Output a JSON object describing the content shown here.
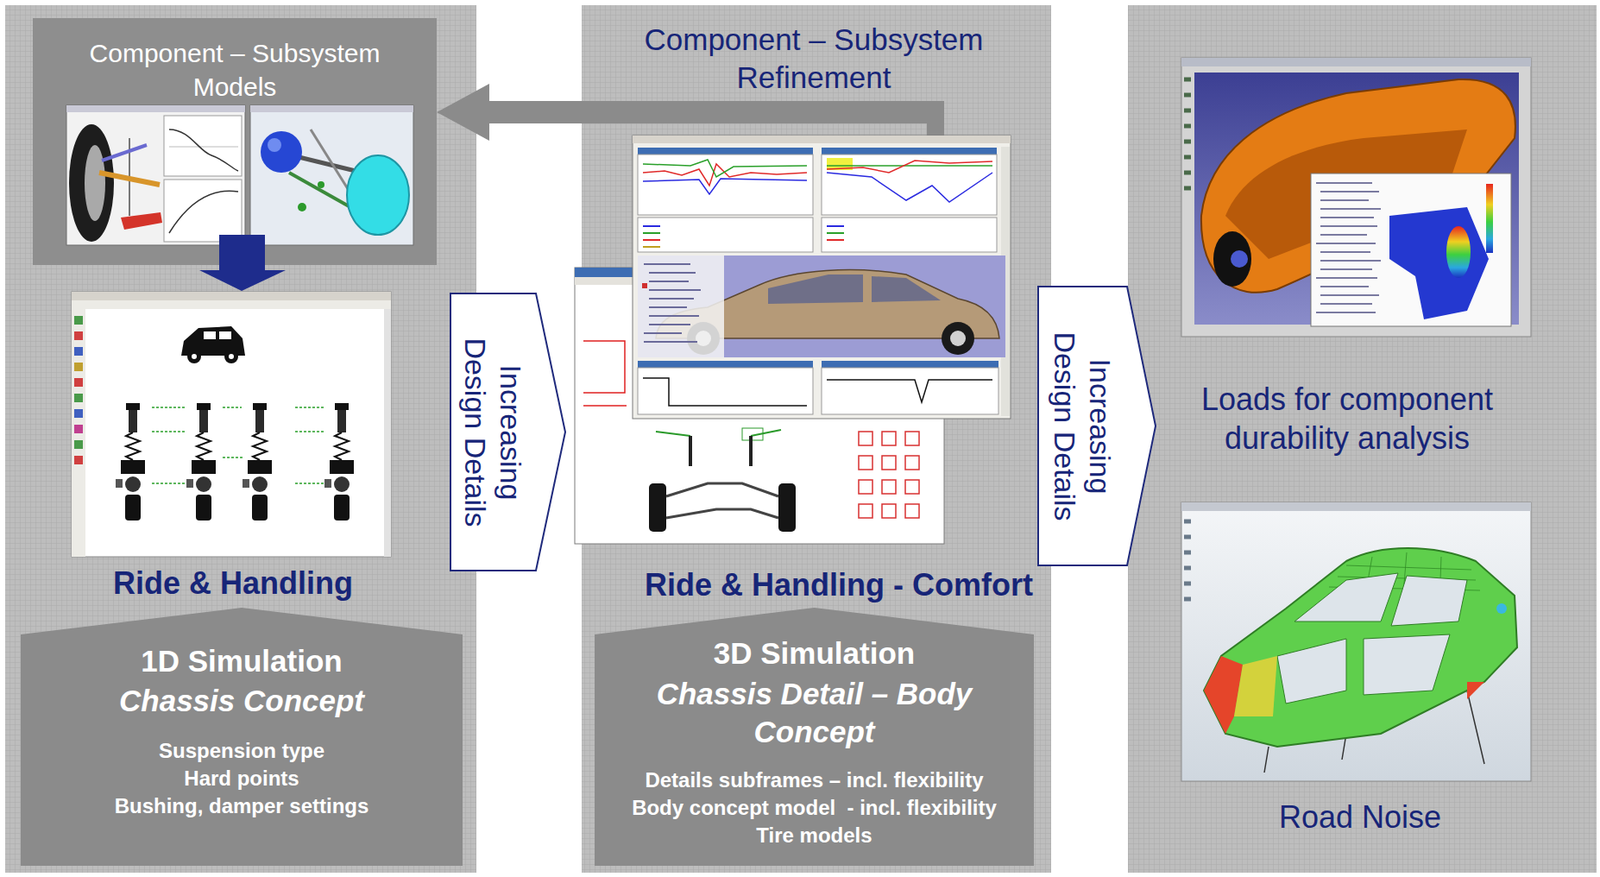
{
  "diagram": {
    "nodes": [
      {
        "text": [
          "Ride & Handling"
        ]
      },
      {
        "text": [
          "Component – Subsystem Models"
        ],
        "in": 0
      },
      {
        "text": [
          "1D Simulation",
          "Chassis Concept",
          "Suspension type",
          "Hard points",
          "Bushing, damper settings"
        ],
        "in": 0
      },
      {
        "text": [
          "Increasing Design Details"
        ]
      },
      {
        "text": [
          "Component – Subsystem Refinement",
          "Ride & Handling - Comfort"
        ]
      },
      {
        "text": [
          "3D Simulation",
          "Chassis Detail – Body Concept",
          "Details subframes – incl. flexibility",
          "Body concept model  - incl. flexibility",
          "Tire models"
        ],
        "in": 4
      },
      {
        "text": [
          "Increasing Design Details"
        ]
      },
      {
        "text": [
          "Loads for component durability analysis",
          "Road Noise"
        ]
      }
    ],
    "edges": [
      {
        "from": 4,
        "to": 1,
        "arrow": "to"
      }
    ]
  }
}
